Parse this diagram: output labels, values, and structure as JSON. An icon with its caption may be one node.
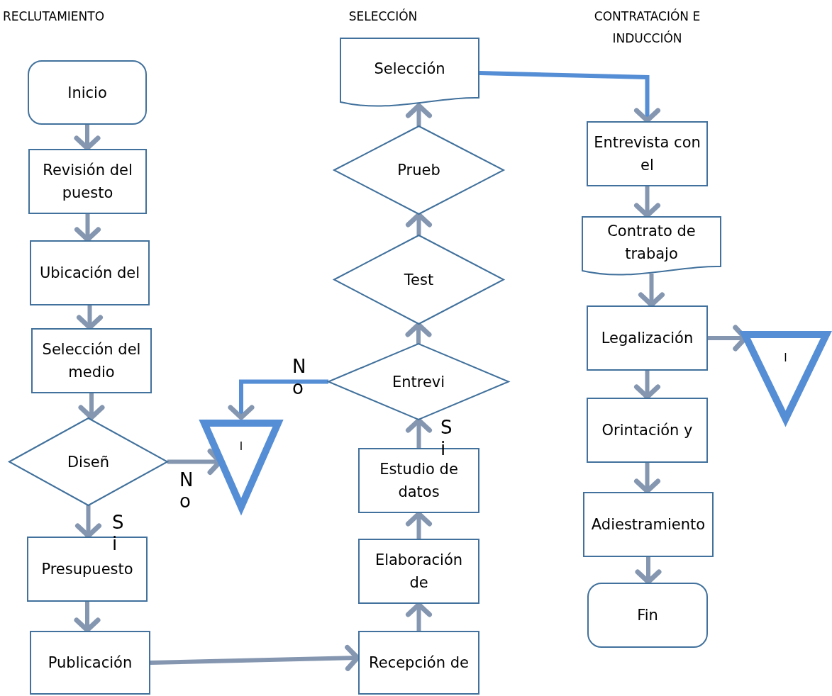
{
  "diagram": {
    "nodes": [
      {
        "text": [
          "Inicio"
        ]
      },
      {
        "text": [
          "Revisión del puesto"
        ]
      },
      {
        "text": [
          "Ubicación del"
        ]
      },
      {
        "text": [
          "Selección del medio"
        ]
      },
      {
        "text": [
          "Diseñ"
        ]
      },
      {
        "text": [
          "I"
        ]
      },
      {
        "text": [
          "Presupuesto"
        ]
      },
      {
        "text": [
          "Publicación"
        ]
      },
      {
        "text": [
          "Recepción de"
        ]
      },
      {
        "text": [
          "Elaboración de"
        ]
      },
      {
        "text": [
          "Estudio de datos"
        ]
      },
      {
        "text": [
          "Entrevi"
        ]
      },
      {
        "text": [
          "Test"
        ]
      },
      {
        "text": [
          "Prueb"
        ]
      },
      {
        "text": [
          "Selección"
        ]
      },
      {
        "text": [
          "Entrevista con el"
        ]
      },
      {
        "text": [
          "Contrato de trabajo"
        ]
      },
      {
        "text": [
          "Legalización"
        ]
      },
      {
        "text": [
          "I"
        ]
      },
      {
        "text": [
          "Orintación y"
        ]
      },
      {
        "text": [
          "Adiestramiento"
        ]
      },
      {
        "text": [
          "Fin"
        ]
      }
    ],
    "edges": [
      {
        "from": 0,
        "to": 1,
        "arrow": "to"
      },
      {
        "from": 1,
        "to": 2,
        "arrow": "to"
      },
      {
        "from": 2,
        "to": 3,
        "arrow": "to"
      },
      {
        "from": 3,
        "to": 4,
        "arrow": "to"
      },
      {
        "from": 4,
        "to": 5,
        "arrow": "to",
        "label": "No"
      },
      {
        "from": 4,
        "to": 6,
        "arrow": "to",
        "label": "Si"
      },
      {
        "from": 6,
        "to": 7,
        "arrow": "to"
      },
      {
        "from": 7,
        "to": 8,
        "arrow": "to"
      },
      {
        "from": 8,
        "to": 9,
        "arrow": "to"
      },
      {
        "from": 9,
        "to": 10,
        "arrow": "to"
      },
      {
        "from": 10,
        "to": 11,
        "arrow": "to",
        "label": "Si"
      },
      {
        "from": 11,
        "to": 5,
        "arrow": "to",
        "label": "No",
        "color": "#558ed5"
      },
      {
        "from": 11,
        "to": 12,
        "arrow": "to"
      },
      {
        "from": 12,
        "to": 13,
        "arrow": "to"
      },
      {
        "from": 13,
        "to": 14,
        "arrow": "to"
      },
      {
        "from": 14,
        "to": 15,
        "arrow": "to",
        "color": "#558ed5"
      },
      {
        "from": 15,
        "to": 16,
        "arrow": "to"
      },
      {
        "from": 16,
        "to": 17,
        "arrow": "to"
      },
      {
        "from": 17,
        "to": 18,
        "arrow": "to"
      },
      {
        "from": 17,
        "to": 19,
        "arrow": "to"
      },
      {
        "from": 19,
        "to": 20,
        "arrow": "to"
      },
      {
        "from": 20,
        "to": 21,
        "arrow": "to"
      }
    ],
    "labels": [
      "RECLUTAMIENTO",
      "SELECCIÓN",
      "CONTRATACIÓN E INDUCCIÓN"
    ]
  }
}
